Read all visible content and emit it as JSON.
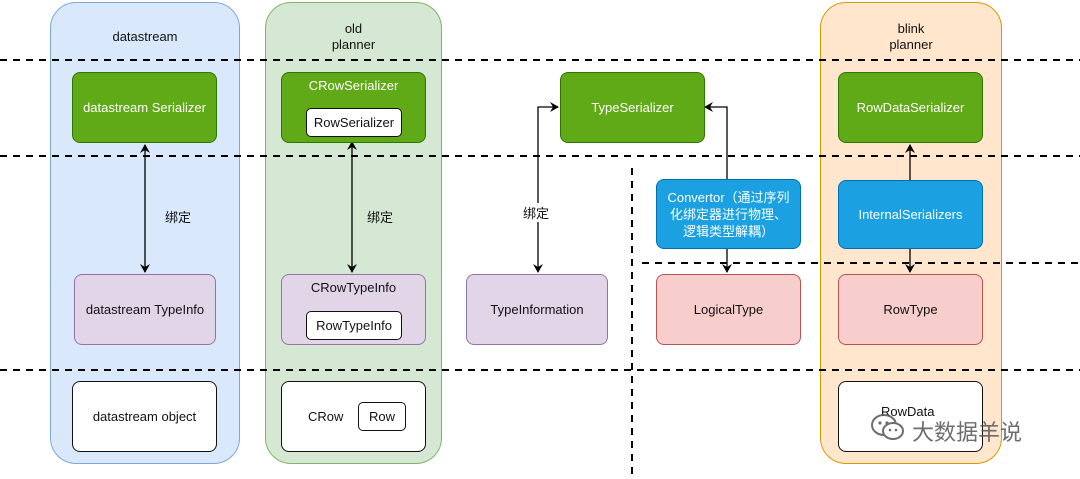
{
  "lanes": {
    "datastream": {
      "title": "datastream"
    },
    "old_planner": {
      "title_line1": "old",
      "title_line2": "planner"
    },
    "blink_planner": {
      "title_line1": "blink",
      "title_line2": "planner"
    }
  },
  "nodes": {
    "ds_serializer": "datastream Serializer",
    "ds_typeinfo": "datastream TypeInfo",
    "ds_object": "datastream object",
    "crow_serializer": "CRowSerializer",
    "row_serializer": "RowSerializer",
    "crow_typeinfo": "CRowTypeInfo",
    "row_typeinfo": "RowTypeInfo",
    "crow": "CRow",
    "row": "Row",
    "type_serializer": "TypeSerializer",
    "type_information": "TypeInformation",
    "convertor_line1": "Convertor（通过序列",
    "convertor_line2": "化绑定器进行物理、",
    "convertor_line3": "逻辑类型解耦）",
    "logical_type": "LogicalType",
    "rowdata_serializer": "RowDataSerializer",
    "internal_serializers": "InternalSerializers",
    "row_type": "RowType",
    "row_data": "RowData"
  },
  "edge_labels": {
    "ds_bind": "绑定",
    "old_bind": "绑定",
    "type_bind": "绑定"
  },
  "watermark": {
    "text": "大数据羊说",
    "icon": "wechat-icon"
  },
  "colors": {
    "green": "#60a917",
    "purple": "#e1d5e7",
    "red": "#f8cecc",
    "blue": "#1ba1e2",
    "lane_blue": "#dae8fc",
    "lane_green": "#d5e8d4",
    "lane_orange": "#ffe6cc"
  }
}
